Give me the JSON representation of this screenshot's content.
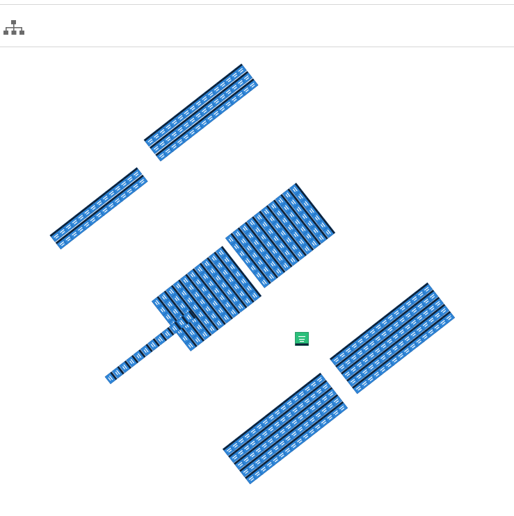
{
  "toolbar": {
    "layout_button_icon": "hierarchy-tree-icon"
  },
  "colors": {
    "node_fill": "#2f86d8",
    "node_stroke": "#1b5ea8",
    "node_header": "#0e2238",
    "node_text": "#ffffff",
    "root_fill": "#2bbf7a",
    "root_header": "#0e2238",
    "toolbar_icon": "#6b6b6b",
    "divider": "#d6d6d6"
  },
  "diagram": {
    "type": "network-topology",
    "root_node": {
      "icon": "device-node-icon",
      "color": "#2bbf7a"
    },
    "node_groups": [
      {
        "name": "group-top",
        "rows": 3,
        "cols": 16
      },
      {
        "name": "group-left-upper",
        "rows": 2,
        "cols": 14
      },
      {
        "name": "group-center-right",
        "rows": 10,
        "cols": 7
      },
      {
        "name": "group-center-left",
        "rows": 10,
        "cols": 7
      },
      {
        "name": "group-left-narrow",
        "rows": 12,
        "cols": 1
      },
      {
        "name": "group-right-lower",
        "rows": 5,
        "cols": 16
      },
      {
        "name": "group-bottom",
        "rows": 5,
        "cols": 16
      }
    ]
  }
}
